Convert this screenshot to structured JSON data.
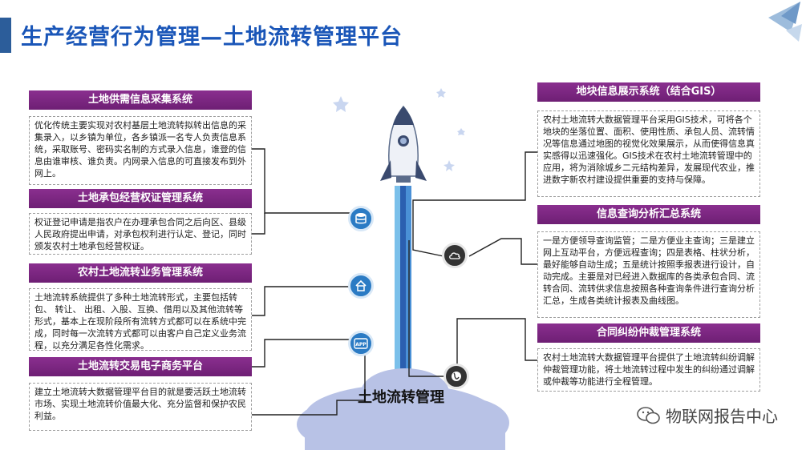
{
  "page": {
    "title": "生产经营行为管理—土地流转管理平台"
  },
  "center_label": "土地流转管理",
  "watermark": "物联网报告中心",
  "colors": {
    "title_blue": "#1a56b8",
    "system_purple": "#7a2680",
    "node_blue": "#2b7bc4",
    "node_dark": "#333333"
  },
  "icons": {
    "database": "database-icon",
    "house": "house-icon",
    "app": "app-icon",
    "cloud": "cloud-icon",
    "globe": "globe-icon",
    "wechat": "wechat-icon",
    "rocket": "rocket-icon"
  },
  "left_systems": [
    {
      "title": "土地供需信息采集系统",
      "text": "优化传统主要实现对农村基层土地流转拟转出信息的采集录入，以乡镇为单位，各乡镇派一名专人负责信息系统，采取账号、密码实名制的方式录入信息，谁登的信息由谁审核、谁负责。内网录入信息的可直接发布到外网上。"
    },
    {
      "title": "土地承包经营权证管理系统",
      "text": "权证登记申请是指农户在办理承包合同之后向区、县级人民政府提出申请，对承包权利进行认定、登记，同时颁发农村土地承包经营权证。"
    },
    {
      "title": "农村土地流转业务管理系统",
      "text": "土地流转系统提供了多种土地流转形式，主要包括转包、 转让、 出租、入股、互换、借用以及其他流转等形式，基本上在现阶段所有流转方式都可以在系统中完成，同时每一次流转方式都可以由客户自己定义业务流程，以充分满足各性化需求。"
    },
    {
      "title": "土地流转交易电子商务平台",
      "text": "建立土地流转大数据管理平台目的就是要活跃土地流转市场、实现土地流转价值最大化、充分监督和保护农民利益。"
    }
  ],
  "right_systems": [
    {
      "title": "地块信息展示系统（结合GIS）",
      "text": "农村土地流转大数据管理平台采用GIS技术，可将各个地块的坐落位置、面积、使用性质、承包人员、流转情况等信息通过地图的视觉化效果展示，从而使得信息真实感得以迅速强化。GIS技术在农村土地流转管理中的应用，将为消除城乡二元结构差异，发展现代农业，推进数字新农村建设提供重要的支持与保障。"
    },
    {
      "title": "信息查询分析汇总系统",
      "text": "一是方便领导查询监管；二是方便业主查询；三是建立网上互动平台，方便远程查询；四是表格、柱状分析，最好能够自动生成；五是统计按照季报表进行设计，自动完成。主要是对已经进入数据库的各类承包合同、流转合同、流转供求信息按照各种查询条件进行查询分析汇总，生成各类统计报表及曲线图。"
    },
    {
      "title": "合同纠纷仲裁管理系统",
      "text": "农村土地流转大数据管理平台提供了土地流转纠纷调解仲裁管理功能，将土地流转过程中发生的纠纷通过调解或仲裁等功能进行全程管理。"
    }
  ]
}
